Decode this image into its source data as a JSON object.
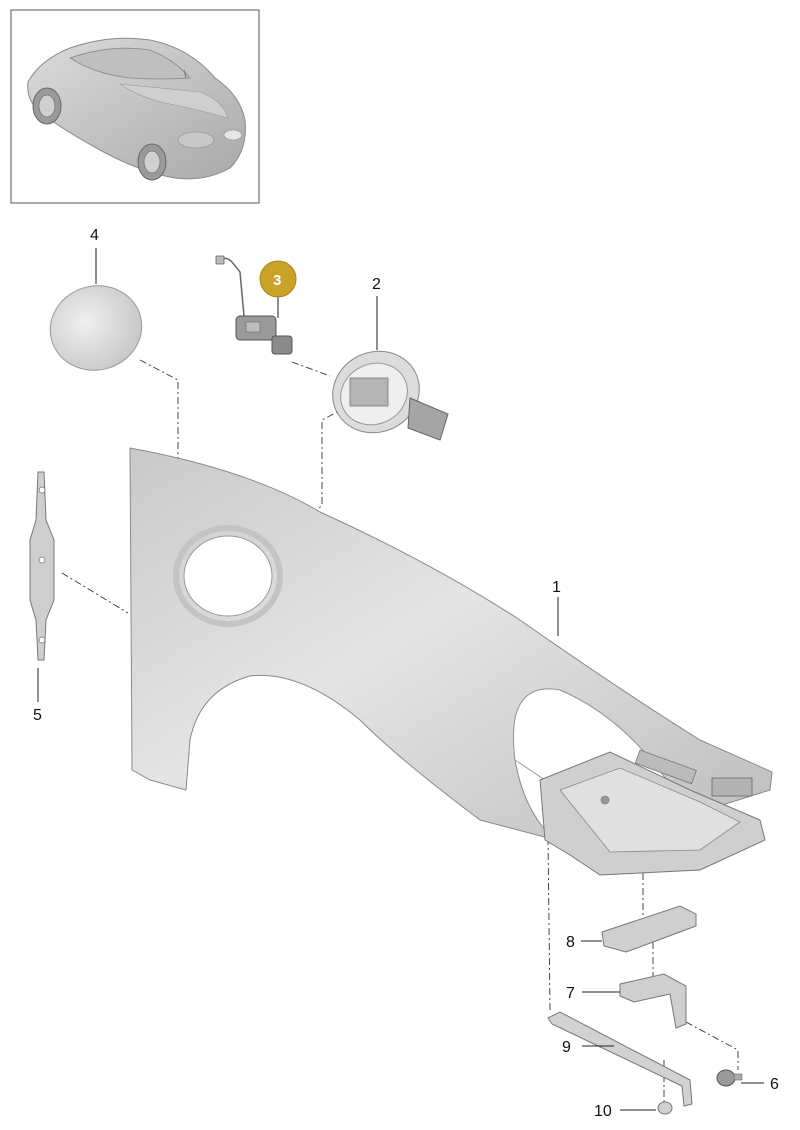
{
  "callouts": [
    {
      "id": "1",
      "label": "1",
      "highlighted": false
    },
    {
      "id": "2",
      "label": "2",
      "highlighted": false
    },
    {
      "id": "3",
      "label": "3",
      "highlighted": true
    },
    {
      "id": "4",
      "label": "4",
      "highlighted": false
    },
    {
      "id": "5",
      "label": "5",
      "highlighted": false
    },
    {
      "id": "6",
      "label": "6",
      "highlighted": false
    },
    {
      "id": "7",
      "label": "7",
      "highlighted": false
    },
    {
      "id": "8",
      "label": "8",
      "highlighted": false
    },
    {
      "id": "9",
      "label": "9",
      "highlighted": false
    },
    {
      "id": "10",
      "label": "10",
      "highlighted": false
    }
  ],
  "colors": {
    "highlight": "#C9A227",
    "part_fill": "#d6d6d6",
    "part_shadow": "#b3b3b3",
    "line": "#222222"
  }
}
